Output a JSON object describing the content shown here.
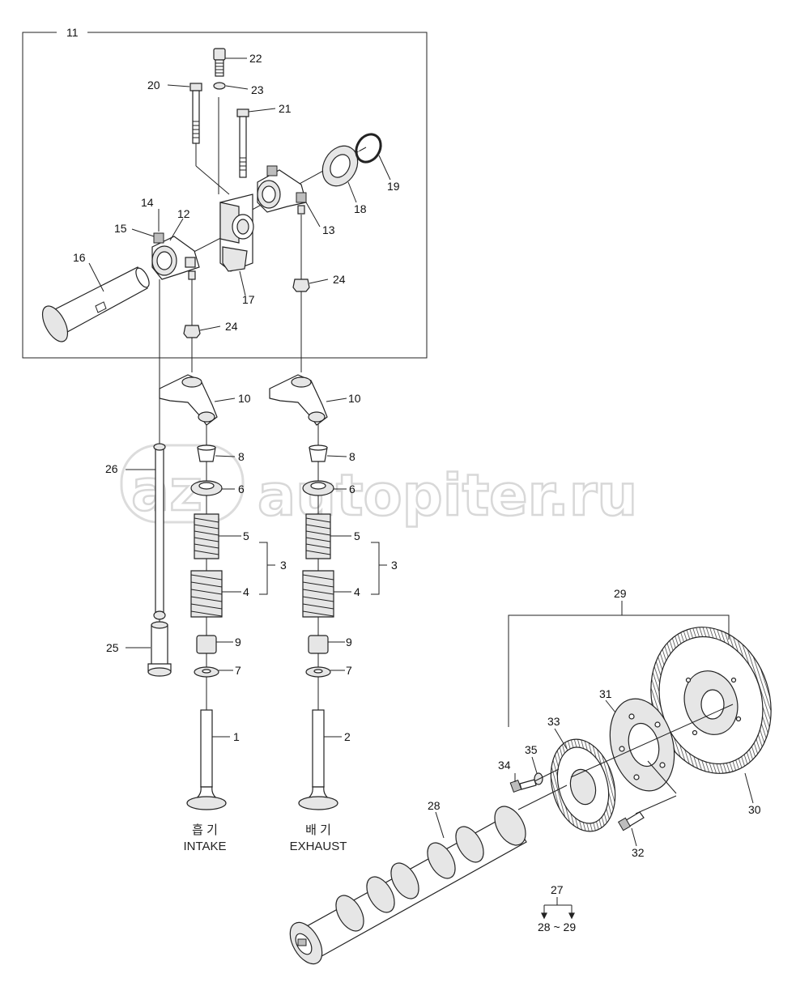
{
  "assembly_label": "11",
  "watermark": "autopiter.ru",
  "watermark_logo": "az",
  "captions": {
    "intake_korean": "흡 기",
    "intake": "INTAKE",
    "exhaust_korean": "배 기",
    "exhaust": "EXHAUST"
  },
  "labels": {
    "l1": "1",
    "l2": "2",
    "l3a": "3",
    "l3b": "3",
    "l4a": "4",
    "l4b": "4",
    "l5a": "5",
    "l5b": "5",
    "l6a": "6",
    "l6b": "6",
    "l7a": "7",
    "l7b": "7",
    "l8a": "8",
    "l8b": "8",
    "l9a": "9",
    "l9b": "9",
    "l10a": "10",
    "l10b": "10",
    "l12": "12",
    "l13": "13",
    "l14": "14",
    "l15": "15",
    "l16": "16",
    "l17": "17",
    "l18": "18",
    "l19": "19",
    "l20": "20",
    "l21": "21",
    "l22": "22",
    "l23": "23",
    "l24a": "24",
    "l24b": "24",
    "l25": "25",
    "l26": "26",
    "l27": "27",
    "l2829": "28 ~ 29",
    "l28": "28",
    "l29": "29",
    "l30": "30",
    "l31": "31",
    "l32": "32",
    "l33": "33",
    "l34": "34",
    "l35": "35"
  }
}
